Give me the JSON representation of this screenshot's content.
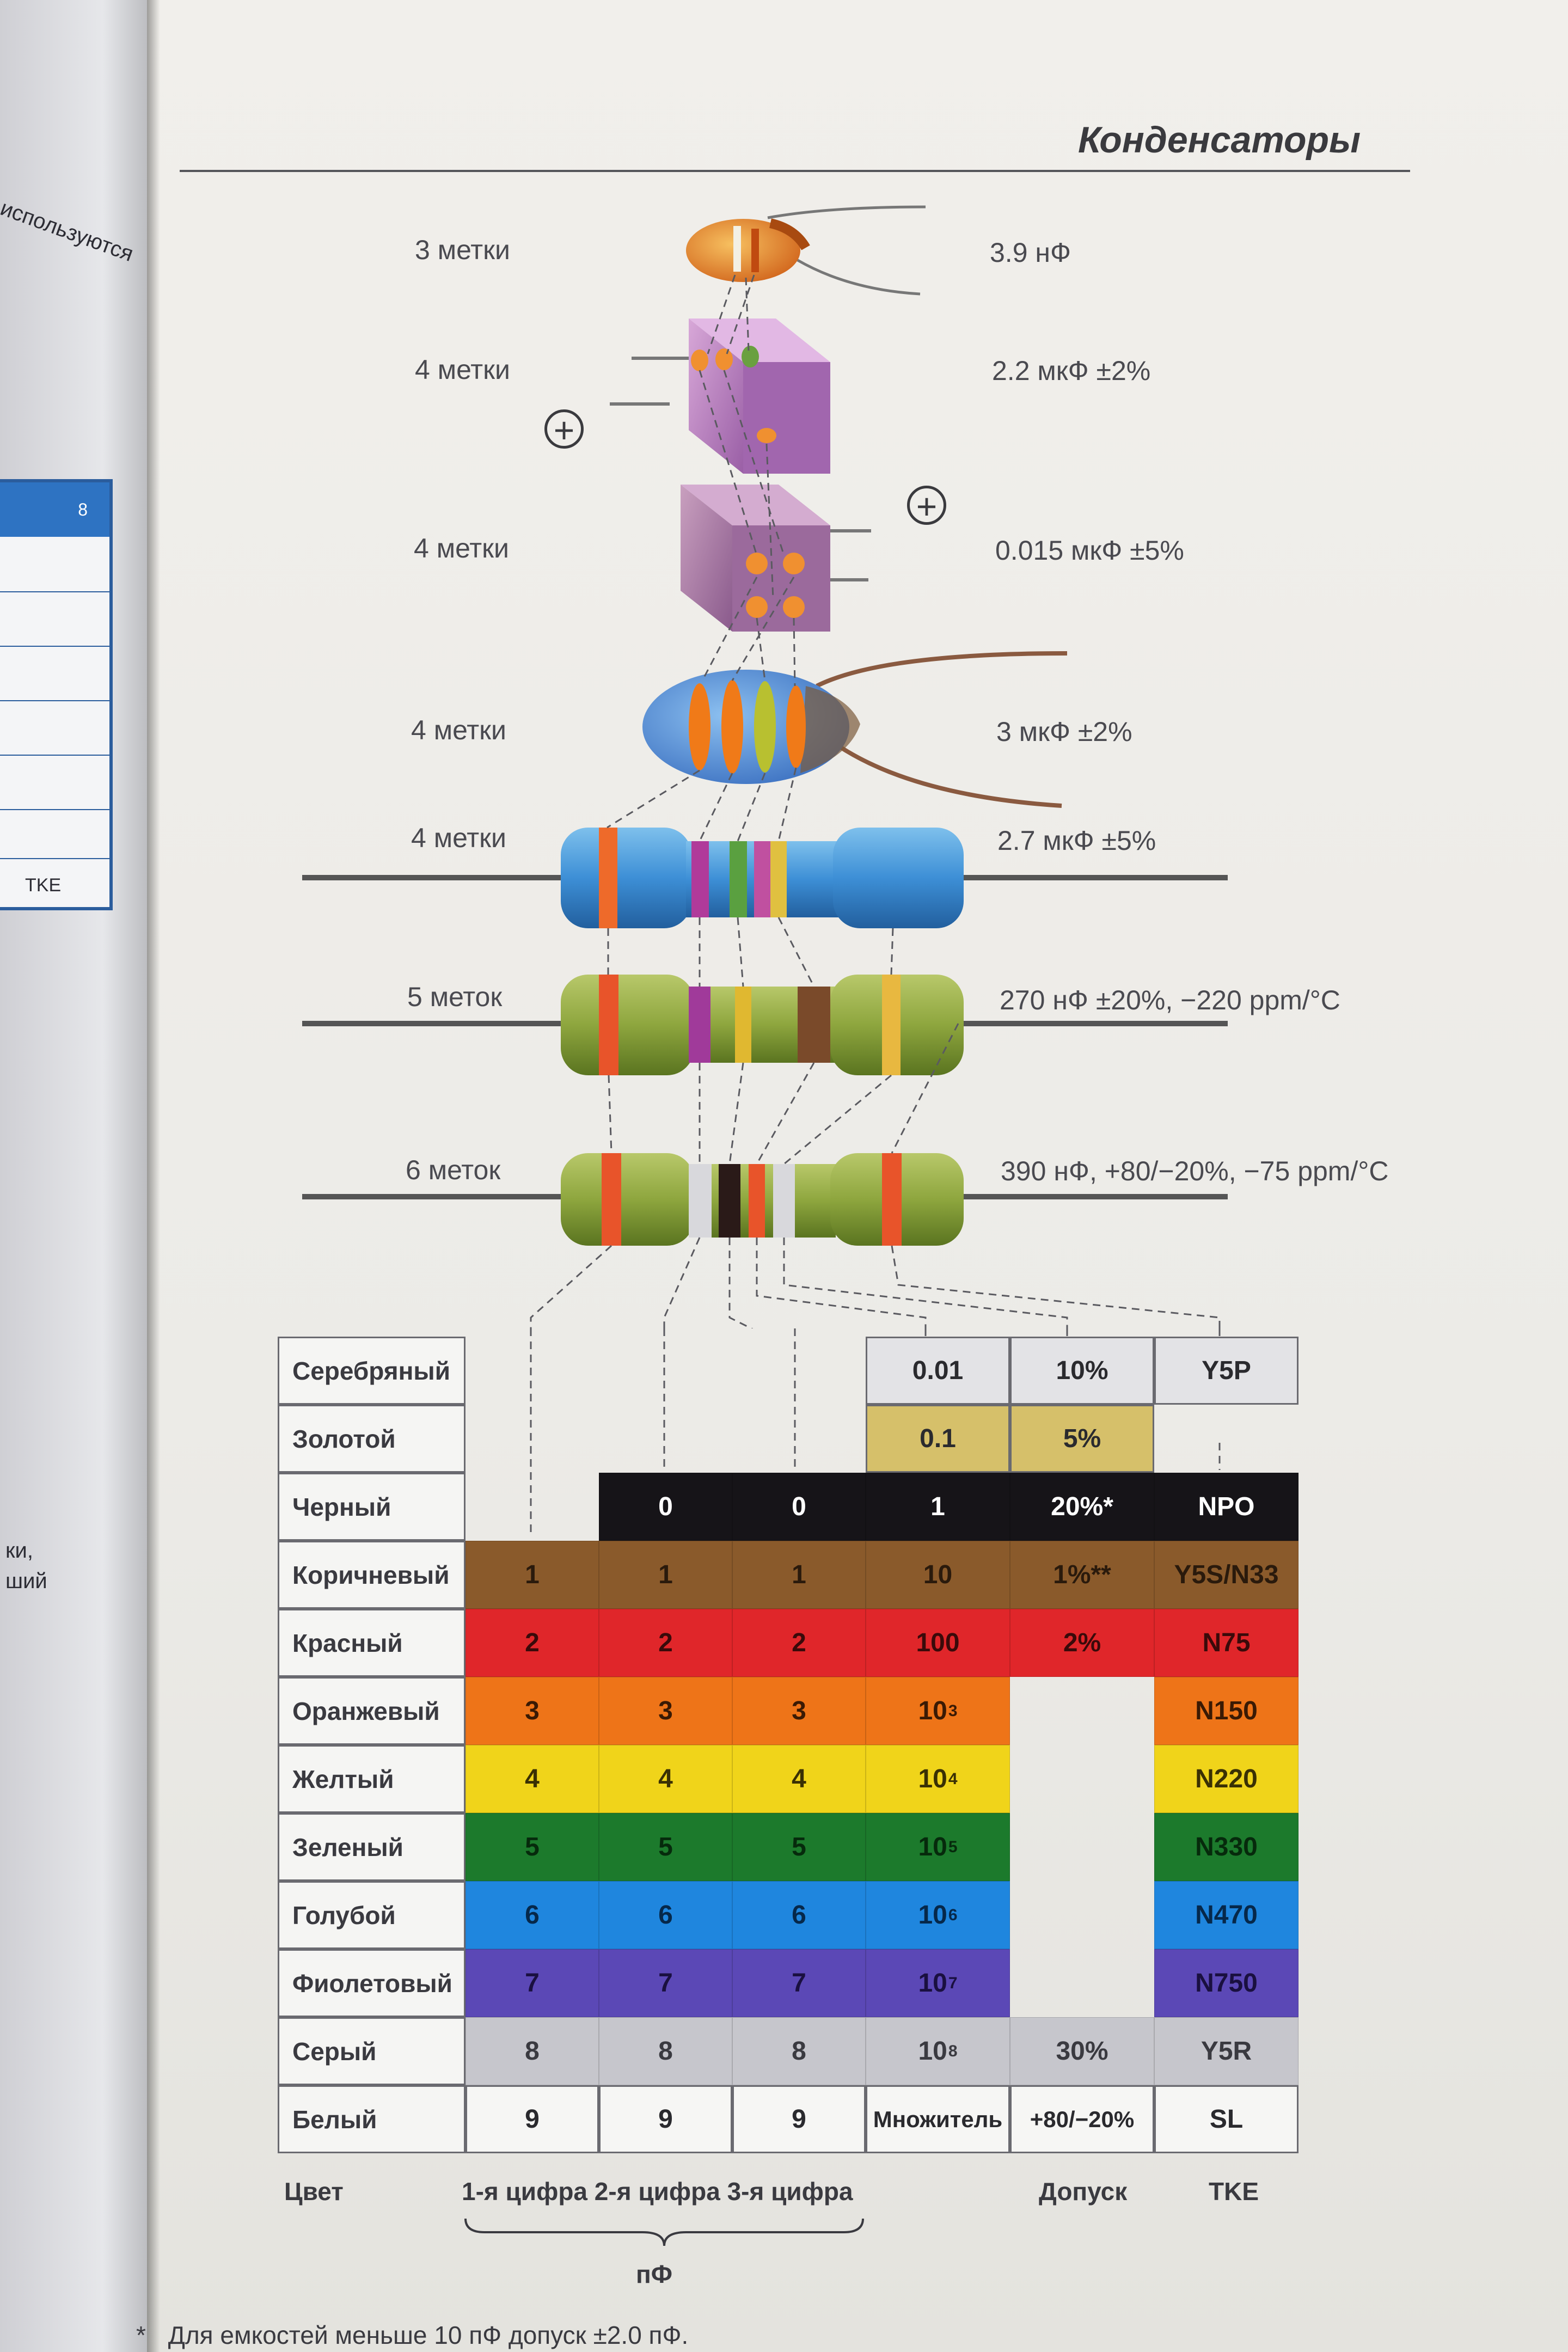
{
  "left_page": {
    "text": "используются",
    "table_head": "8",
    "table_foot": "TKE",
    "side_lines": [
      "ки,",
      "ший"
    ]
  },
  "header": {
    "title": "Конденсаторы"
  },
  "capacitors": [
    {
      "marks": "3 метки",
      "value": "3.9 нФ"
    },
    {
      "marks": "4 метки",
      "value": "2.2 мкФ ±2%"
    },
    {
      "marks": "4 метки",
      "value": "0.015 мкФ ±5%"
    },
    {
      "marks": "4 метки",
      "value": "3 мкФ ±2%"
    },
    {
      "marks": "4 метки",
      "value": "2.7 мкФ ±5%"
    },
    {
      "marks": "5 меток",
      "value": "270 нФ ±20%, −220 ppm/°C"
    },
    {
      "marks": "6 меток",
      "value": "390 нФ, +80/−20%, −75 ppm/°C"
    }
  ],
  "polarity_symbol": "+",
  "table": {
    "rows": [
      {
        "color_name": "Серебряный",
        "bg": "#e3e3e6",
        "fg": "#2a2a2e",
        "d1": "",
        "d2": "",
        "d3": "",
        "mult": "0.01",
        "mult_sup": "",
        "tol": "10%",
        "tke": "Y5P"
      },
      {
        "color_name": "Золотой",
        "bg": "#d6c06a",
        "fg": "#2a2a2e",
        "d1": "",
        "d2": "",
        "d3": "",
        "mult": "0.1",
        "mult_sup": "",
        "tol": "5%",
        "tke": ""
      },
      {
        "color_name": "Черный",
        "bg": "#161418",
        "fg": "#ffffff",
        "d1": "",
        "d2": "0",
        "d3": "0",
        "mult": "1",
        "mult_sup": "",
        "tol": "20%*",
        "tke": "NPO"
      },
      {
        "color_name": "Коричневый",
        "bg": "#8a5a2b",
        "fg": "#2a1a0c",
        "d1": "1",
        "d2": "1",
        "d3": "1",
        "mult": "10",
        "mult_sup": "",
        "tol": "1%**",
        "tke": "Y5S/N33"
      },
      {
        "color_name": "Красный",
        "bg": "#e0262a",
        "fg": "#3a0a0a",
        "d1": "2",
        "d2": "2",
        "d3": "2",
        "mult": "100",
        "mult_sup": "",
        "tol": "2%",
        "tke": "N75"
      },
      {
        "color_name": "Оранжевый",
        "bg": "#ee7418",
        "fg": "#3a1a04",
        "d1": "3",
        "d2": "3",
        "d3": "3",
        "mult": "10",
        "mult_sup": "3",
        "tol": "",
        "tke": "N150"
      },
      {
        "color_name": "Желтый",
        "bg": "#f0d41a",
        "fg": "#3a3004",
        "d1": "4",
        "d2": "4",
        "d3": "4",
        "mult": "10",
        "mult_sup": "4",
        "tol": "",
        "tke": "N220"
      },
      {
        "color_name": "Зеленый",
        "bg": "#1c7a2c",
        "fg": "#062a0c",
        "d1": "5",
        "d2": "5",
        "d3": "5",
        "mult": "10",
        "mult_sup": "5",
        "tol": "",
        "tke": "N330"
      },
      {
        "color_name": "Голубой",
        "bg": "#1f86de",
        "fg": "#06284a",
        "d1": "6",
        "d2": "6",
        "d3": "6",
        "mult": "10",
        "mult_sup": "6",
        "tol": "",
        "tke": "N470"
      },
      {
        "color_name": "Фиолетовый",
        "bg": "#5b48b6",
        "fg": "#1a1040",
        "d1": "7",
        "d2": "7",
        "d3": "7",
        "mult": "10",
        "mult_sup": "7",
        "tol": "",
        "tke": "N750"
      },
      {
        "color_name": "Серый",
        "bg": "#c6c6cc",
        "fg": "#3a3a40",
        "d1": "8",
        "d2": "8",
        "d3": "8",
        "mult": "10",
        "mult_sup": "8",
        "tol": "30%",
        "tke": "Y5R"
      },
      {
        "color_name": "Белый",
        "bg": "#f6f6f4",
        "fg": "#2a2a2e",
        "d1": "9",
        "d2": "9",
        "d3": "9",
        "mult": "Множитель",
        "mult_sup": "",
        "tol": "+80/−20%",
        "tke": "SL"
      }
    ],
    "bottom_labels": {
      "color": "Цвет",
      "digits": "1-я цифра 2-я цифра 3-я цифра",
      "tolerance": "Допуск",
      "tke": "TKE",
      "unit": "пФ"
    }
  },
  "footnote": "Для емкостей меньше 10 пФ допуск ±2.0 пФ.",
  "footnote_marker": "*"
}
